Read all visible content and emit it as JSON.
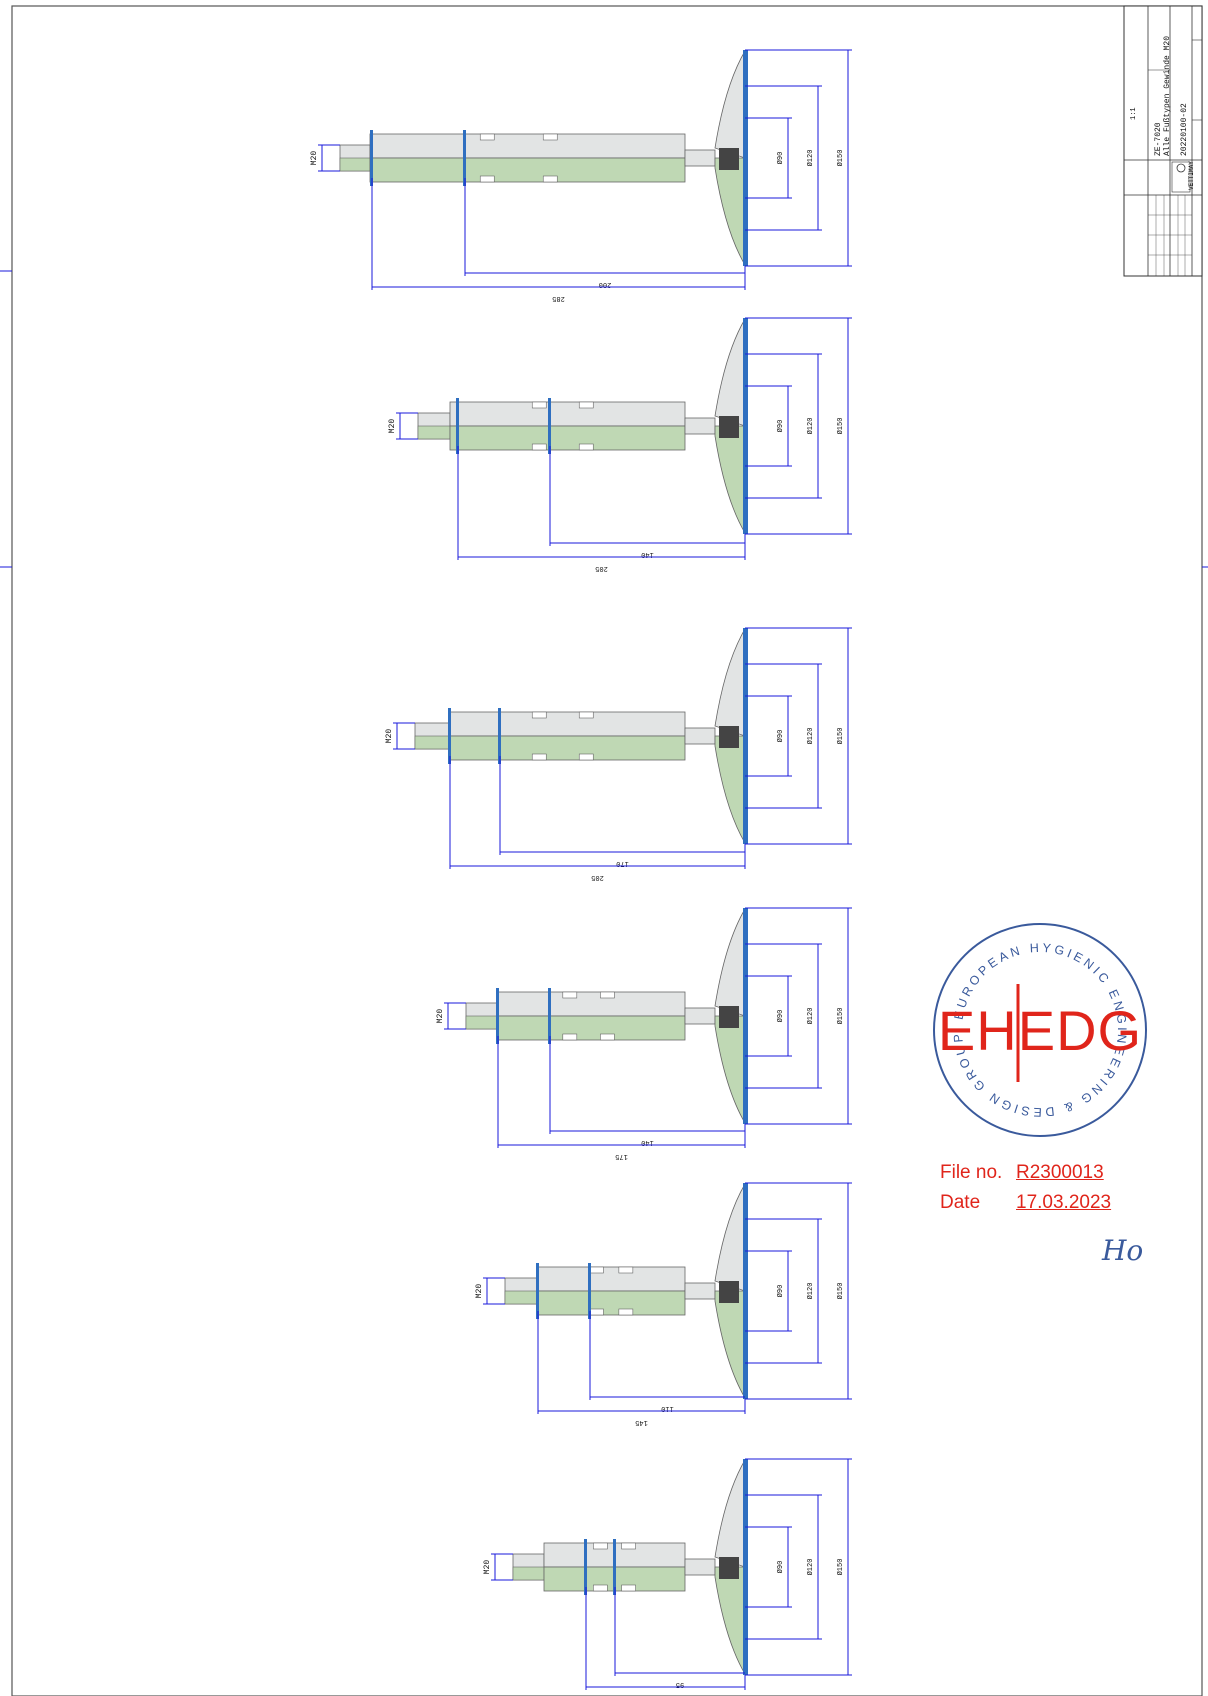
{
  "title_block": {
    "drawing_title": "Alle Fußtypen Gewinde M20",
    "part_number": "ZE-7020",
    "drawing_number": "20220100-02",
    "scale": "1:1",
    "brand": "VETTIMAY"
  },
  "views": [
    {
      "thread": "M20",
      "d_inner": "Ø90",
      "d_mid": "Ø120",
      "d_outer": "Ø150",
      "len_inner": "200",
      "len_outer": "285"
    },
    {
      "thread": "M20",
      "d_inner": "Ø90",
      "d_mid": "Ø120",
      "d_outer": "Ø150",
      "len_inner": "140",
      "len_outer": "205"
    },
    {
      "thread": "M20",
      "d_inner": "Ø90",
      "d_mid": "Ø120",
      "d_outer": "Ø150",
      "len_inner": "170",
      "len_outer": "205"
    },
    {
      "thread": "M20",
      "d_inner": "Ø90",
      "d_mid": "Ø120",
      "d_outer": "Ø150",
      "len_inner": "140",
      "len_outer": "175"
    },
    {
      "thread": "M20",
      "d_inner": "Ø90",
      "d_mid": "Ø120",
      "d_outer": "Ø150",
      "len_inner": "110",
      "len_outer": "145"
    },
    {
      "thread": "M20",
      "d_inner": "Ø90",
      "d_mid": "Ø120",
      "d_outer": "Ø150",
      "len_inner": "95",
      "len_outer": "115"
    }
  ],
  "certification": {
    "logo_text": "EHEDG",
    "ring_text": "EUROPEAN HYGIENIC ENGINEERING & DESIGN GROUP",
    "file_label": "File no.",
    "file_number": "R2300013",
    "date_label": "Date",
    "date": "17.03.2023",
    "signature": "Ho"
  },
  "colors": {
    "dimension": "#1a1adb",
    "seal": "#2f6fc0",
    "body_green": "#bfd8b4",
    "body_grey": "#e2e4e4",
    "stamp_red": "#e0251b",
    "stamp_blue": "#3a5a9c"
  }
}
